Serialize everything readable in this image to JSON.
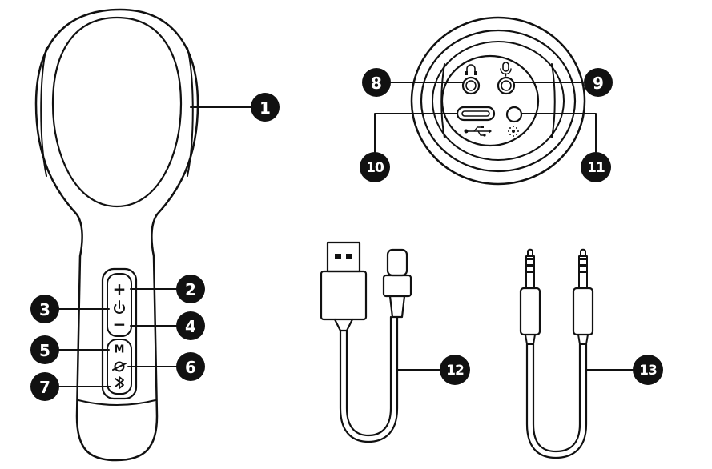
{
  "callouts": [
    {
      "id": "1",
      "label": "1"
    },
    {
      "id": "2",
      "label": "2"
    },
    {
      "id": "3",
      "label": "3"
    },
    {
      "id": "4",
      "label": "4"
    },
    {
      "id": "5",
      "label": "5"
    },
    {
      "id": "6",
      "label": "6"
    },
    {
      "id": "7",
      "label": "7"
    },
    {
      "id": "8",
      "label": "8"
    },
    {
      "id": "9",
      "label": "9"
    },
    {
      "id": "10",
      "label": "10"
    },
    {
      "id": "11",
      "label": "11"
    },
    {
      "id": "12",
      "label": "12"
    },
    {
      "id": "13",
      "label": "13"
    }
  ],
  "buttons": {
    "plus": "+",
    "minus": "−",
    "mode": "M"
  },
  "icons": {
    "power": "power-icon",
    "echo": "echo-icon",
    "bluetooth": "bluetooth-icon",
    "headphone": "headphone-icon",
    "microphone": "microphone-icon",
    "usb": "usb-icon",
    "light": "light-icon"
  }
}
